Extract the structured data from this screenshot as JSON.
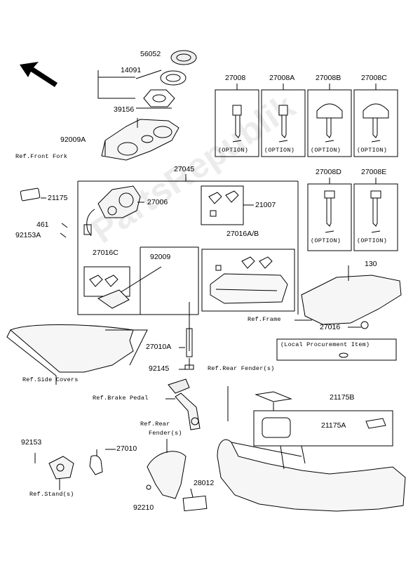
{
  "watermark": "PartsRepublik",
  "parts": {
    "p56052": "56052",
    "p14091": "14091",
    "p39156": "39156",
    "p92009A": "92009A",
    "p27045": "27045",
    "p21175": "21175",
    "p27006": "27006",
    "p461": "461",
    "p92153A": "92153A",
    "p21007": "21007",
    "p27016AB": "27016A/B",
    "p27016C": "27016C",
    "p92009": "92009",
    "p130": "130",
    "p27016": "27016",
    "p27010A": "27010A",
    "p92145": "92145",
    "p21175B": "21175B",
    "p21175A": "21175A",
    "p92153": "92153",
    "p27010": "27010",
    "p28012": "28012",
    "p92210": "92210",
    "p27008": "27008",
    "p27008A": "27008A",
    "p27008B": "27008B",
    "p27008C": "27008C",
    "p27008D": "27008D",
    "p27008E": "27008E"
  },
  "option_label": "(OPTION)",
  "refs": {
    "front_fork": "Ref.Front Fork",
    "frame": "Ref.Frame",
    "local_proc": "(Local Procurement Item)",
    "side_covers": "Ref.Side Covers",
    "rear_fender_s": "Ref.Rear Fender(s)",
    "brake_pedal": "Ref.Brake Pedal",
    "rear_fender_2a": "Ref.Rear",
    "rear_fender_2b": "Fender(s)",
    "stands": "Ref.Stand(s)"
  }
}
